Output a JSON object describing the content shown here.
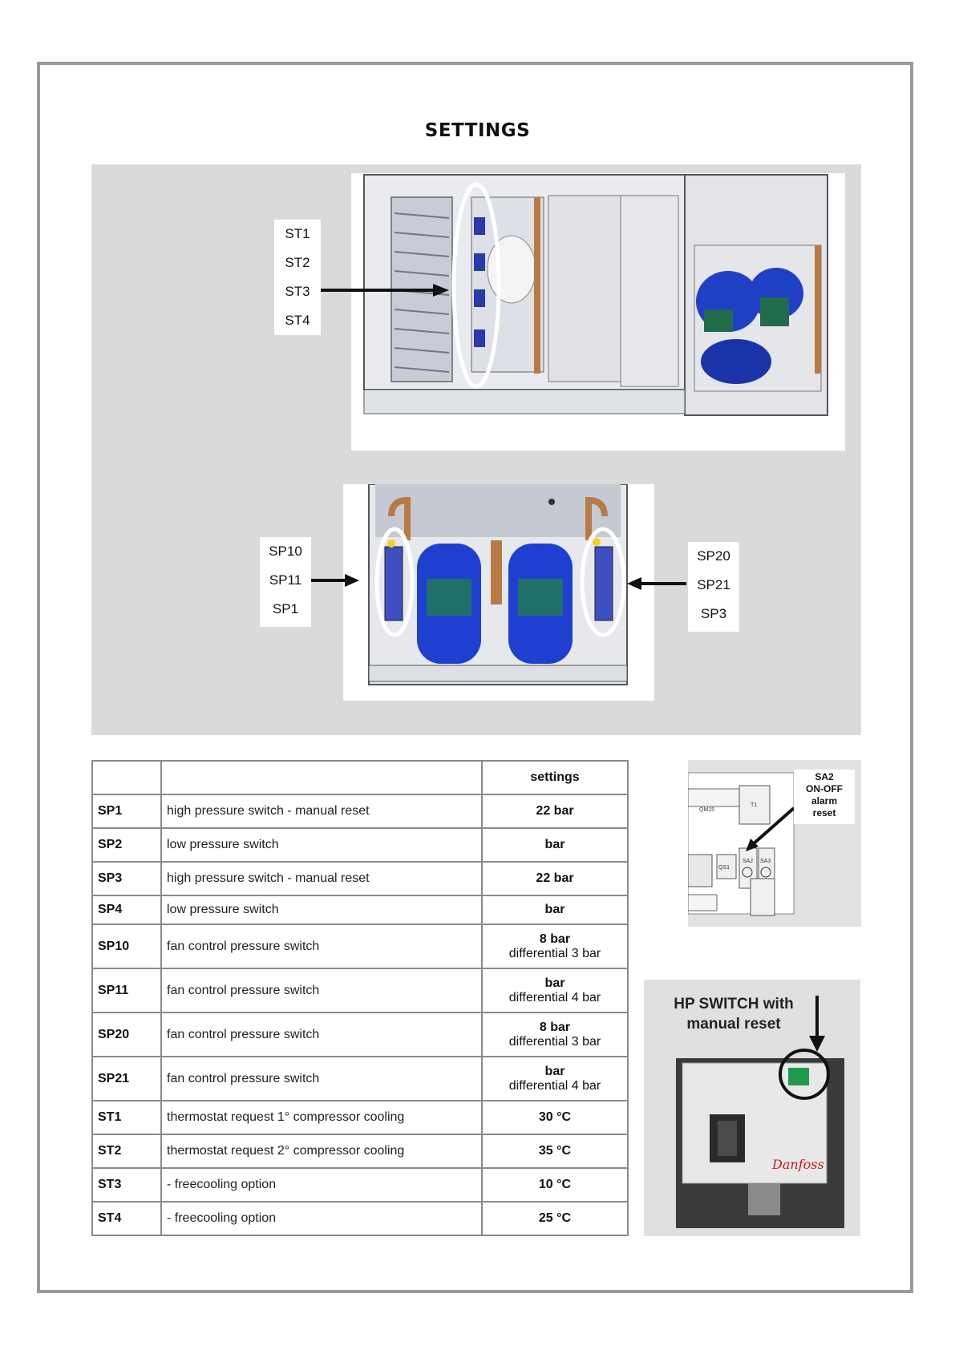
{
  "page": {
    "title": "SETTINGS"
  },
  "diagram_top": {
    "labels": [
      "ST1",
      "ST2",
      "ST3",
      "ST4"
    ]
  },
  "diagram_bottom": {
    "left_labels": [
      "SP10",
      "SP11",
      "SP1"
    ],
    "right_labels": [
      "SP20",
      "SP21",
      "SP3"
    ]
  },
  "table": {
    "header": [
      "",
      "",
      "settings"
    ],
    "rows": [
      {
        "code": "SP1",
        "desc": "high pressure switch - manual reset",
        "val": "22 bar",
        "diff": ""
      },
      {
        "code": "SP2",
        "desc": "low pressure switch",
        "val": "bar",
        "diff": ""
      },
      {
        "code": "SP3",
        "desc": "high pressure switch - manual reset",
        "val": "22 bar",
        "diff": ""
      },
      {
        "code": "SP4",
        "desc": "low pressure switch",
        "val": "bar",
        "diff": ""
      },
      {
        "code": "SP10",
        "desc": "fan control pressure switch",
        "val": "8 bar",
        "diff": "differential 3 bar"
      },
      {
        "code": "SP11",
        "desc": "fan control pressure switch",
        "val": "bar",
        "diff": "differential 4 bar"
      },
      {
        "code": "SP20",
        "desc": "fan control pressure switch",
        "val": "8 bar",
        "diff": "differential 3 bar"
      },
      {
        "code": "SP21",
        "desc": "fan control pressure switch",
        "val": "bar",
        "diff": "differential 4 bar"
      },
      {
        "code": "ST1",
        "desc": "thermostat request 1° compressor cooling",
        "val": "30 °C",
        "diff": ""
      },
      {
        "code": "ST2",
        "desc": "thermostat request 2° compressor cooling",
        "val": "35 °C",
        "diff": ""
      },
      {
        "code": "ST3",
        "desc": "- freecooling option",
        "val": "10 °C",
        "diff": ""
      },
      {
        "code": "ST4",
        "desc": "- freecooling option",
        "val": "25 °C",
        "diff": ""
      }
    ]
  },
  "sa2_panel": {
    "callout": [
      "SA2",
      "ON-OFF",
      "alarm",
      "reset"
    ],
    "component_labels": [
      "T1",
      "QS1",
      "SA2",
      "SA3",
      "QM15"
    ]
  },
  "hp_panel": {
    "caption_line1": "HP SWITCH with",
    "caption_line2": "manual reset",
    "brand": "Danfoss"
  }
}
